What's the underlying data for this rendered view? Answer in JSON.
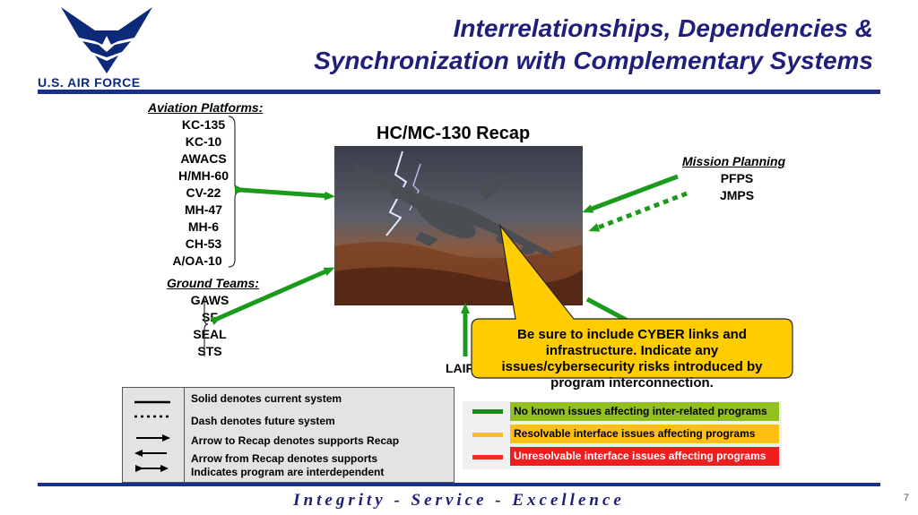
{
  "logo": {
    "text": "U.S. AIR FORCE"
  },
  "title": {
    "line1": "Interrelationships, Dependencies &",
    "line2": "Synchronization with Complementary Systems"
  },
  "aviation": {
    "header": "Aviation Platforms:",
    "items": [
      "KC-135",
      "KC-10",
      "AWACS",
      "H/MH-60",
      "CV-22",
      "MH-47",
      "MH-6",
      "CH-53",
      "A/OA-10"
    ]
  },
  "ground": {
    "header": "Ground Teams:",
    "items": [
      "GAWS",
      "SF",
      "SEAL",
      "STS"
    ]
  },
  "center_title": "HC/MC-130 Recap",
  "mission": {
    "header": "Mission Planning",
    "items": [
      "PFPS",
      "JMPS"
    ]
  },
  "lair_label": "LAIR",
  "callout": {
    "lines": [
      "Be sure to include CYBER links and",
      "infrastructure. Indicate any",
      "issues/cybersecurity risks introduced by",
      "program interconnection."
    ]
  },
  "legend": {
    "solid": "Solid denotes current system",
    "dash": "Dash denotes future system",
    "arrow_to": "Arrow to Recap denotes supports Recap",
    "arrow_from_1": "Arrow from Recap denotes supports",
    "arrow_from_2": "Indicates program are interdependent"
  },
  "status": [
    {
      "label": "No known issues affecting inter-related programs",
      "line_color": "#1a8a1a",
      "bg": "#92c01f",
      "text_color": "#000000"
    },
    {
      "label": "Resolvable interface issues affecting programs",
      "line_color": "#f5c211",
      "bg": "#fcbf12",
      "text_color": "#000000"
    },
    {
      "label": "Unresolvable interface issues affecting programs",
      "line_color": "#e8321e",
      "bg": "#ef1d1d",
      "text_color": "#ffffff"
    }
  ],
  "footer": "Integrity - Service - Excellence",
  "page_number": "7",
  "colors": {
    "title": "#1f1f7a",
    "rule": "#1a2f8a",
    "arrow": "#1c9a1c",
    "callout": "#ffcc00"
  }
}
